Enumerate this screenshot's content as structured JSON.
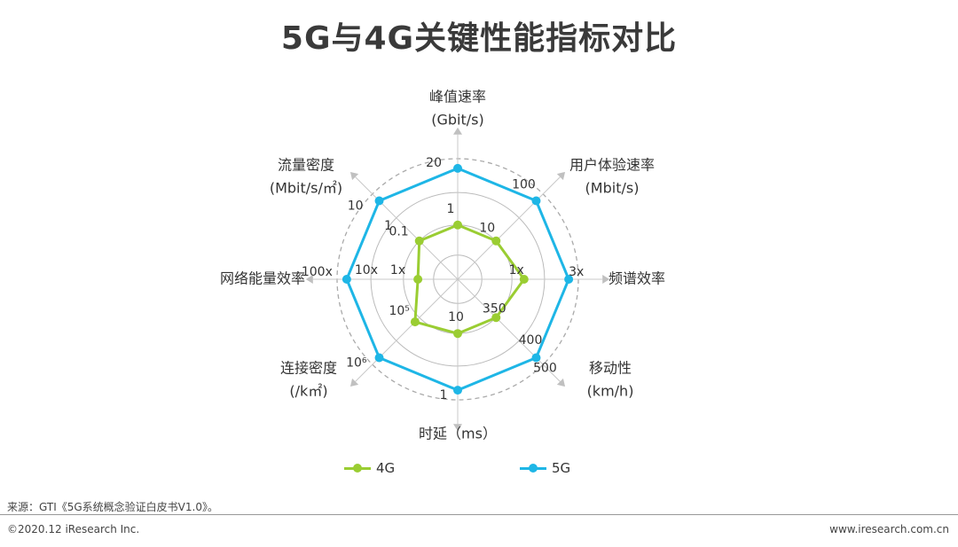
{
  "page": {
    "title": "5G与4G关键性能指标对比",
    "source": "来源：GTI《5G系统概念验证白皮书V1.0》。",
    "copyright": "©2020.12 iResearch Inc.",
    "website": "www.iresearch.com.cn"
  },
  "chart_data": {
    "type": "radar",
    "title": "5G与4G关键性能指标对比",
    "axes": [
      {
        "name": "峰值速率",
        "unit": "(Gbit/s)",
        "labels": {
          "4G": "1",
          "5G": "20"
        }
      },
      {
        "name": "用户体验速率",
        "unit": "(Mbit/s)",
        "labels": {
          "4G": "10",
          "5G": "100"
        }
      },
      {
        "name": "频谱效率",
        "unit": "",
        "labels": {
          "4G": "1x",
          "5G": "3x"
        }
      },
      {
        "name": "移动性",
        "unit": "(km/h)",
        "labels": {
          "4G": "350",
          "5G": "500"
        }
      },
      {
        "name": "时延（ms）",
        "unit": "",
        "labels": {
          "4G": "10",
          "5G": "1"
        }
      },
      {
        "name": "连接密度",
        "unit": "(/k㎡)",
        "labels": {
          "4G": "10⁵",
          "5G": "10⁶"
        }
      },
      {
        "name": "网络能量效率",
        "unit": "",
        "labels": {
          "4G": "1x",
          "5G": "100x"
        }
      },
      {
        "name": "流量密度",
        "unit": "(Mbit/s/㎡)",
        "labels": {
          "4G": "0.1",
          "5G": "10"
        }
      }
    ],
    "extra_labels": [
      {
        "axis": 3,
        "text": "400"
      },
      {
        "axis": 6,
        "text": "10x"
      },
      {
        "axis": 7,
        "text": "1"
      }
    ],
    "series": [
      {
        "name": "4G",
        "color": "#9ACD32",
        "values": [
          0.45,
          0.45,
          0.55,
          0.45,
          0.45,
          0.5,
          0.33,
          0.45
        ]
      },
      {
        "name": "5G",
        "color": "#1EB6E6",
        "values": [
          0.92,
          0.92,
          0.92,
          0.92,
          0.92,
          0.92,
          0.92,
          0.92
        ]
      }
    ],
    "grid": {
      "rings": [
        0.2,
        0.45,
        0.72,
        1.0
      ],
      "outer_dashed": true,
      "color": "#bbbbbb"
    },
    "legend": "bottom"
  }
}
